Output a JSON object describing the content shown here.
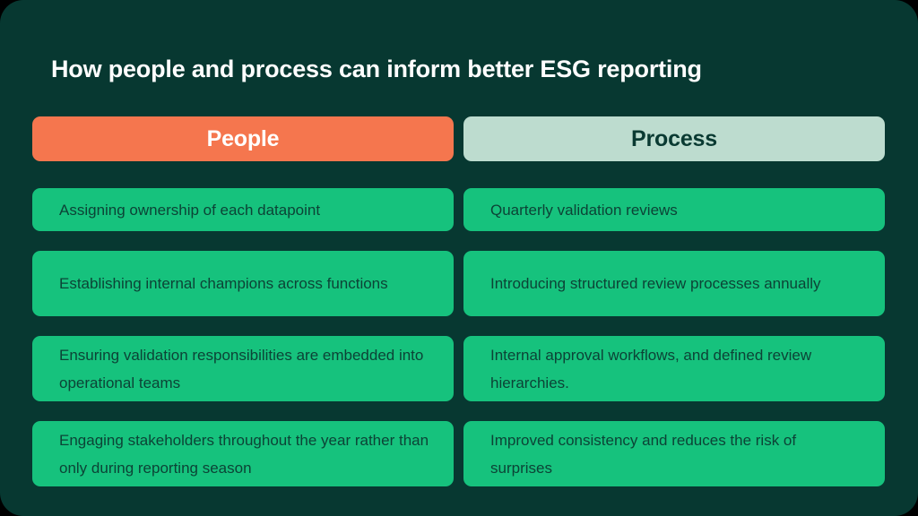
{
  "title": "How people and process can inform better ESG reporting",
  "colors": {
    "outer_background": "#000000",
    "panel_background": "#073831",
    "people_header_background": "#F5764E",
    "people_header_text": "#FFFFFF",
    "process_header_background": "#BDDCCF",
    "process_header_text": "#0A3A32",
    "card_background": "#16C27D",
    "card_text": "#0C4336",
    "title_text": "#FFFFFF"
  },
  "columns": {
    "people": {
      "header": "People",
      "items": [
        "Assigning ownership of each datapoint",
        "Establishing internal champions across functions",
        "Ensuring validation responsibilities are embedded into operational teams",
        "Engaging stakeholders throughout the year rather than only during reporting season"
      ]
    },
    "process": {
      "header": "Process",
      "items": [
        "Quarterly validation reviews",
        "Introducing structured review processes annually",
        "Internal approval workflows, and defined review hierarchies.",
        "Improved consistency and reduces the risk of surprises"
      ]
    }
  }
}
